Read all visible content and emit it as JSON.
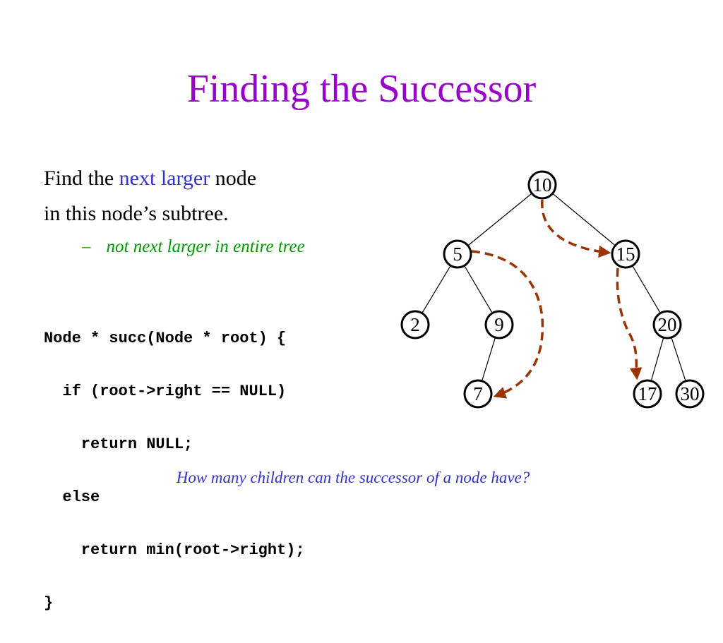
{
  "title": "Finding the Successor",
  "intro": {
    "line1_pre": "Find the ",
    "line1_highlight": "next larger",
    "line1_post": " node",
    "line2": "in this node’s subtree."
  },
  "bullet": {
    "dash": "–",
    "text": "not next larger in entire tree"
  },
  "code_lines": [
    "Node * succ(Node * root) {",
    "  if (root->right == NULL)",
    "    return NULL;",
    "  else",
    "    return min(root->right);",
    "}"
  ],
  "question": "How many children can the successor of a node have?",
  "tree": {
    "nodes": [
      {
        "id": "n10",
        "label": "10"
      },
      {
        "id": "n5",
        "label": "5"
      },
      {
        "id": "n15",
        "label": "15"
      },
      {
        "id": "n2",
        "label": "2"
      },
      {
        "id": "n9",
        "label": "9"
      },
      {
        "id": "n20",
        "label": "20"
      },
      {
        "id": "n7",
        "label": "7"
      },
      {
        "id": "n17",
        "label": "17"
      },
      {
        "id": "n30",
        "label": "30"
      }
    ],
    "edges": [
      [
        "n10",
        "n5"
      ],
      [
        "n10",
        "n15"
      ],
      [
        "n5",
        "n2"
      ],
      [
        "n5",
        "n9"
      ],
      [
        "n15",
        "n20"
      ],
      [
        "n9",
        "n7"
      ],
      [
        "n20",
        "n17"
      ],
      [
        "n20",
        "n30"
      ]
    ],
    "successor_arrows": [
      {
        "from": "n10",
        "to": "n15"
      },
      {
        "from": "n5",
        "to": "n7"
      },
      {
        "from": "n15",
        "to": "n17"
      }
    ],
    "arrow_color": "#993300"
  },
  "colors": {
    "title": "#9900cc",
    "highlight": "#3333cc",
    "bullet": "#009900",
    "question": "#3333cc"
  }
}
